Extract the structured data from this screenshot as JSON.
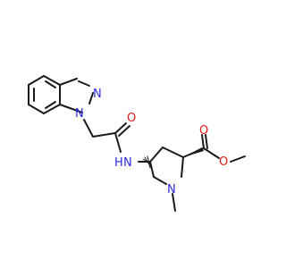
{
  "structure": {
    "atoms": {
      "N": "N",
      "H": "H",
      "O": "O"
    },
    "colors": {
      "bond": "#1a1a1a",
      "nitrogen": "#2b2bdc",
      "oxygen": "#e01818"
    }
  }
}
